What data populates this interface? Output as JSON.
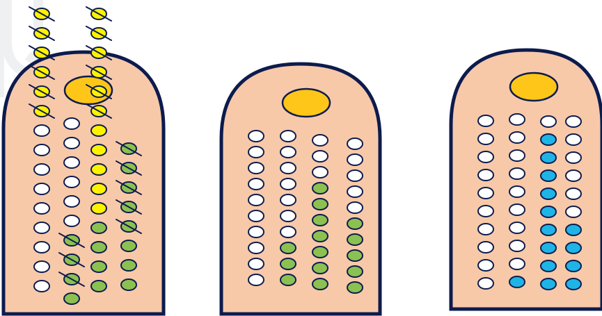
{
  "colors": {
    "background": "#ffffff",
    "root_fill": "#f7c9a9",
    "outline": "#0d1b4d",
    "nucleus": "#ffc61a",
    "cell_types": {
      "white": "#ffffff",
      "yellow": "#fff200",
      "green": "#8cc152",
      "blue": "#1fb4e6"
    }
  },
  "panels": [
    {
      "columns": [
        [
          "yellow-x",
          "yellow-x",
          "yellow-x",
          "yellow-x",
          "yellow-x",
          "yellow-x",
          "white",
          "white",
          "white",
          "white",
          "white",
          "white",
          "white",
          "white",
          "white"
        ],
        [
          "white",
          "white",
          "white",
          "white",
          "white",
          "white",
          "green-x",
          "green-x",
          "green-x",
          "green"
        ],
        [
          "yellow-x",
          "yellow-x",
          "yellow-x",
          "yellow-x",
          "yellow-x",
          "yellow-x",
          "yellow",
          "yellow",
          "yellow",
          "yellow",
          "yellow",
          "green",
          "green",
          "green",
          "green"
        ],
        [
          "green-x",
          "green-x",
          "green-x",
          "green-x",
          "green-x",
          "green",
          "green",
          "green"
        ]
      ]
    },
    {
      "columns": [
        [
          "white",
          "white",
          "white",
          "white",
          "white",
          "white",
          "white",
          "white",
          "white",
          "white"
        ],
        [
          "white",
          "white",
          "white",
          "white",
          "white",
          "white",
          "white",
          "green",
          "green",
          "green"
        ],
        [
          "white",
          "white",
          "white",
          "green",
          "green",
          "green",
          "green",
          "green",
          "green",
          "green"
        ],
        [
          "white",
          "white",
          "white",
          "white",
          "white",
          "green",
          "green",
          "green",
          "green",
          "green"
        ]
      ]
    },
    {
      "columns": [
        [
          "white",
          "white",
          "white",
          "white",
          "white",
          "white",
          "white",
          "white",
          "white",
          "white"
        ],
        [
          "white",
          "white",
          "white",
          "white",
          "white",
          "white",
          "white",
          "white",
          "white",
          "blue"
        ],
        [
          "white",
          "blue",
          "blue",
          "blue",
          "blue",
          "blue",
          "blue",
          "blue",
          "blue",
          "blue"
        ],
        [
          "white",
          "white",
          "white",
          "white",
          "white",
          "white",
          "blue",
          "blue",
          "blue",
          "blue"
        ]
      ]
    }
  ]
}
